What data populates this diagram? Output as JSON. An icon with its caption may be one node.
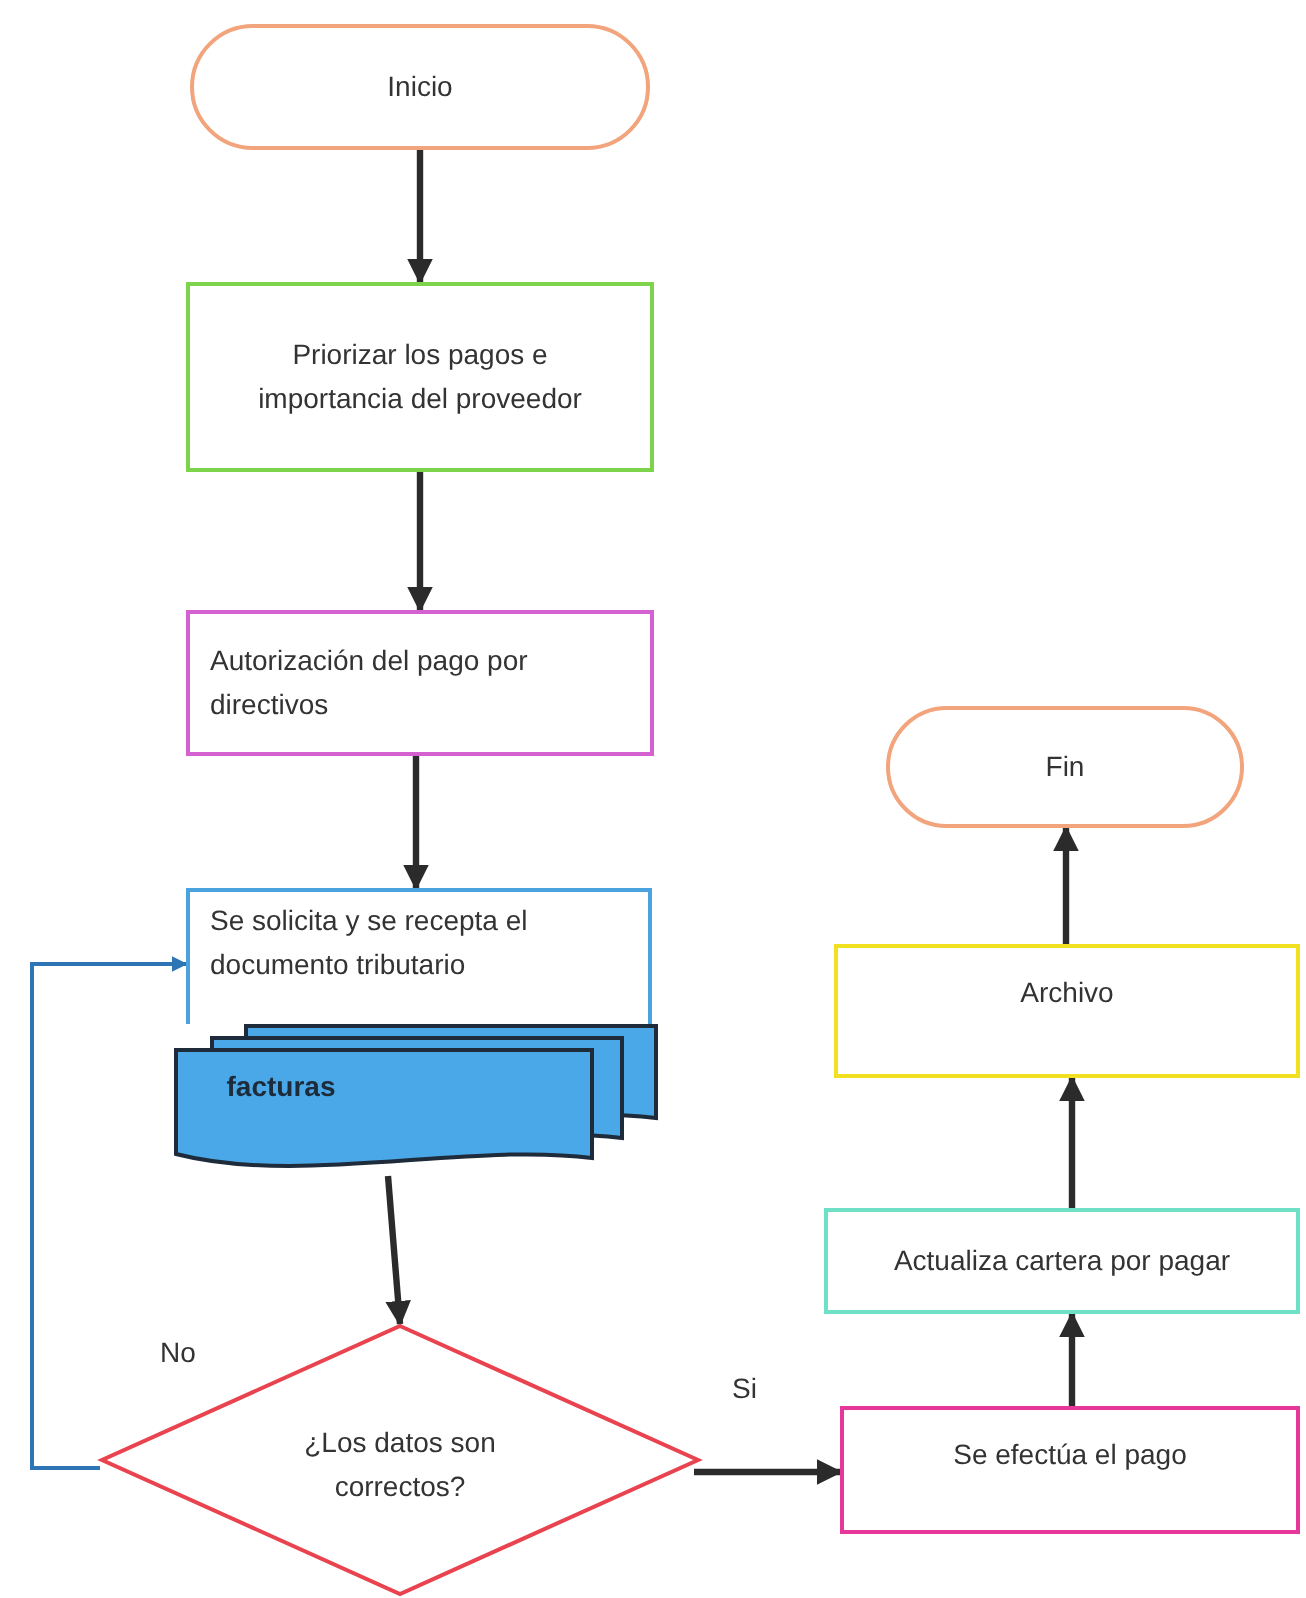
{
  "diagram": {
    "nodes": [
      {
        "text": [
          "Inicio"
        ]
      },
      {
        "text": [
          "Priorizar los pagos e importancia del proveedor"
        ]
      },
      {
        "text": [
          "Autorización del pago por directivos"
        ]
      },
      {
        "text": [
          "Se solicita y se recepta el documento tributario"
        ]
      },
      {
        "text": [
          "facturas"
        ]
      },
      {
        "text": [
          "¿Los datos son correctos?"
        ]
      },
      {
        "text": [
          "Se efectúa el pago"
        ]
      },
      {
        "text": [
          "Actualiza cartera por pagar"
        ]
      },
      {
        "text": [
          "Archivo"
        ]
      },
      {
        "text": [
          "Fin"
        ]
      }
    ],
    "edges": [
      {
        "from": 0,
        "to": 1,
        "arrow": "to"
      },
      {
        "from": 1,
        "to": 2,
        "arrow": "to"
      },
      {
        "from": 2,
        "to": 3,
        "arrow": "to"
      },
      {
        "from": 4,
        "to": 5,
        "arrow": "to"
      },
      {
        "from": 5,
        "to": 3,
        "arrow": "to",
        "label": "No",
        "color": "#2e75b6"
      },
      {
        "from": 5,
        "to": 6,
        "arrow": "to",
        "label": "Si"
      },
      {
        "from": 6,
        "to": 7,
        "arrow": "to"
      },
      {
        "from": 7,
        "to": 8,
        "arrow": "to"
      },
      {
        "from": 8,
        "to": 9,
        "arrow": "to"
      }
    ]
  }
}
